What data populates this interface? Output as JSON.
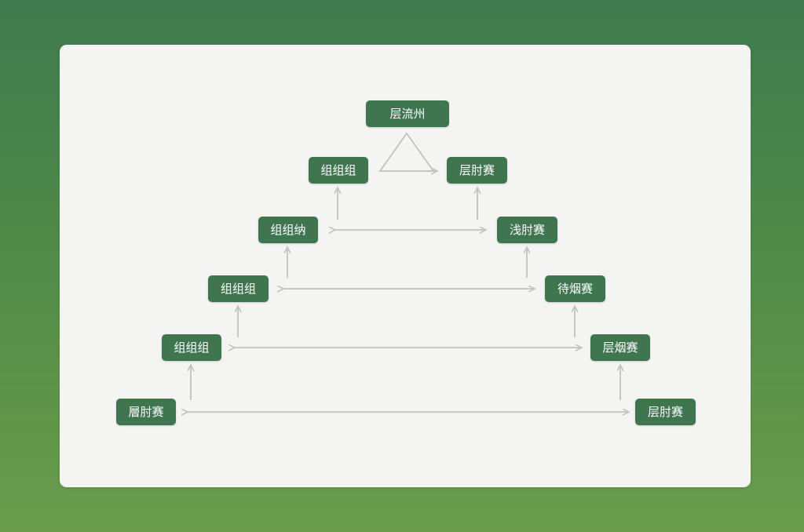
{
  "colors": {
    "node_fill": "#3f7650",
    "connector": "#c2c2c2",
    "panel": "#f4f4f3"
  },
  "diagram": {
    "nodes": [
      {
        "id": "top",
        "label": "层流州"
      },
      {
        "id": "l1",
        "label": "组组组"
      },
      {
        "id": "r1",
        "label": "层肘赛"
      },
      {
        "id": "l2",
        "label": "组组纳"
      },
      {
        "id": "r2",
        "label": "浅肘赛"
      },
      {
        "id": "l3",
        "label": "组组组"
      },
      {
        "id": "r3",
        "label": "待烟赛"
      },
      {
        "id": "l4",
        "label": "组组组"
      },
      {
        "id": "r4",
        "label": "层烟赛"
      },
      {
        "id": "l5",
        "label": "層肘赛"
      },
      {
        "id": "r5",
        "label": "层肘赛"
      }
    ]
  }
}
